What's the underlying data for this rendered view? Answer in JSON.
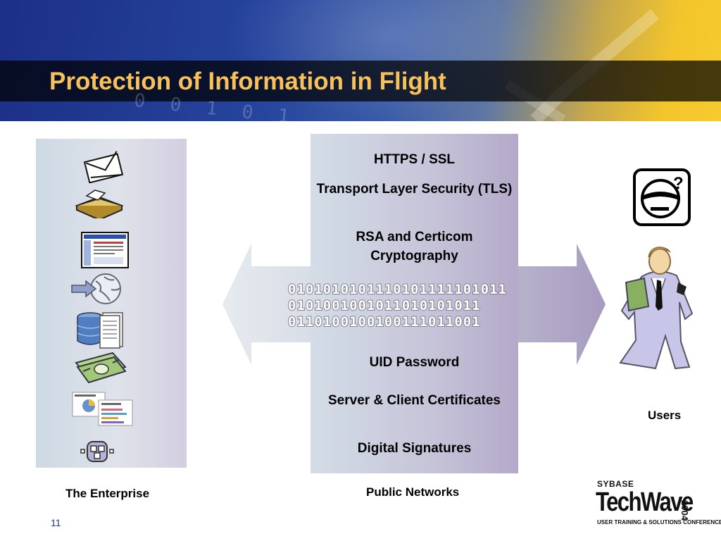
{
  "slide": {
    "title": "Protection of Information in Flight",
    "banner_digits": "0 0 1 0 1",
    "number": "11"
  },
  "enterprise": {
    "caption": "The Enterprise",
    "icons": [
      "envelope-icon",
      "open-book-icon",
      "web-page-icon",
      "globe-arrow-icon",
      "database-documents-icon",
      "money-icon",
      "report-charts-icon",
      "network-node-icon"
    ]
  },
  "network": {
    "caption": "Public Networks",
    "top_items": [
      "HTTPS / SSL",
      "Transport Layer Security (TLS)",
      "RSA and Certicom Cryptography"
    ],
    "binary_rows": [
      "0101010101110101111101011",
      "0101001001011010101011",
      "0110100100100111011001"
    ],
    "bottom_items": [
      "UID Password",
      "Server & Client Certificates",
      "Digital Signatures"
    ]
  },
  "users": {
    "caption": "Users",
    "icons": [
      "anonymous-face-icon",
      "business-man-icon"
    ]
  },
  "logo": {
    "brand": "SYBASE",
    "name": "TechWave",
    "year": "2004",
    "tagline": "USER TRAINING & SOLUTIONS CONFERENCE"
  },
  "colors": {
    "title": "#f6c15a",
    "panel": "#d8dde6",
    "arrow": "#c8ccd8"
  }
}
